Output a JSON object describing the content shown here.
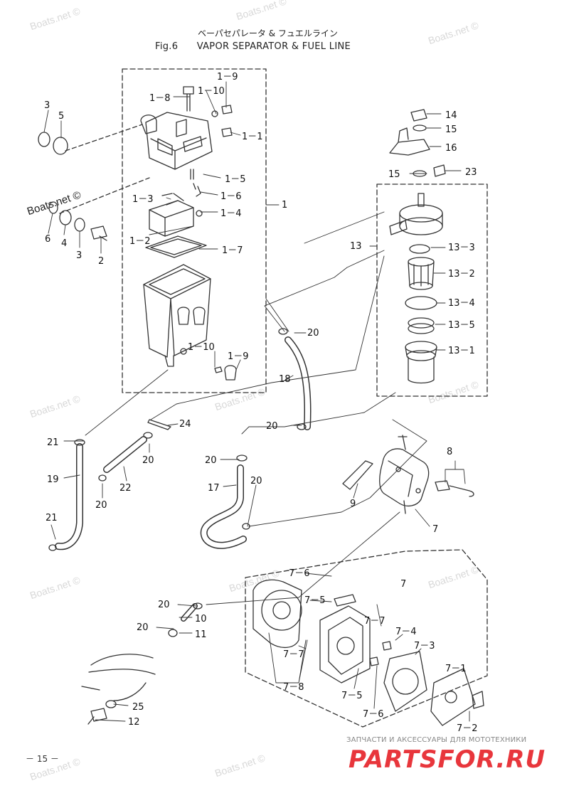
{
  "header": {
    "title_jp": "ベーパセパレータ & フュエルライン",
    "fig_label": "Fig.6",
    "title_en": "VAPOR SEPARATOR & FUEL LINE"
  },
  "watermarks": {
    "text": "Boats.net ©",
    "highlighted": "Boats.net ©"
  },
  "callouts": {
    "c1": "1",
    "c1_1": "1－1",
    "c1_2": "1－2",
    "c1_3": "1－3",
    "c1_4": "1－4",
    "c1_5": "1－5",
    "c1_6": "1－6",
    "c1_7": "1－7",
    "c1_8": "1－8",
    "c1_9": "1－9",
    "c1_10": "1－10",
    "c2": "2",
    "c3": "3",
    "c4": "4",
    "c5": "5",
    "c6": "6",
    "c7": "7",
    "c8": "8",
    "c9": "9",
    "c10": "10",
    "c11": "11",
    "c12": "12",
    "c13": "13",
    "c13_1": "13－1",
    "c13_2": "13－2",
    "c13_3": "13－3",
    "c13_4": "13－4",
    "c13_5": "13－5",
    "c14": "14",
    "c15": "15",
    "c16": "16",
    "c17": "17",
    "c18": "18",
    "c19": "19",
    "c20": "20",
    "c21": "21",
    "c22": "22",
    "c23": "23",
    "c24": "24",
    "c25": "25",
    "c7_1": "7－1",
    "c7_2": "7－2",
    "c7_3": "7－3",
    "c7_4": "7－4",
    "c7_5": "7－5",
    "c7_6": "7－6",
    "c7_7": "7－7",
    "c7_8": "7－8"
  },
  "footer": {
    "page_number": "－ 15 －",
    "brand_tagline": "ЗАПЧАСТИ И АКСЕССУАРЫ ДЛЯ МОТОТЕХНИКИ",
    "brand_name": "PARTSFOR.RU"
  }
}
